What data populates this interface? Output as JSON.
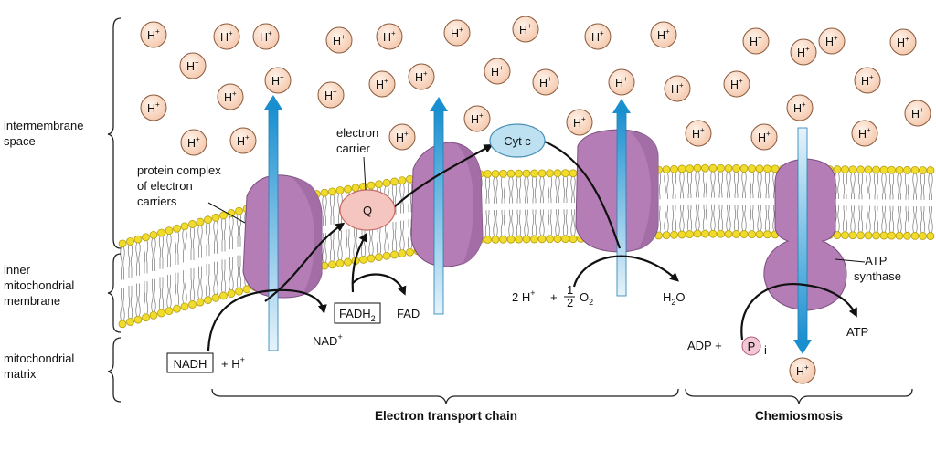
{
  "regions": {
    "intermembrane_space": [
      "intermembrane",
      "space"
    ],
    "inner_membrane": [
      "inner",
      "mitochondrial",
      "membrane"
    ],
    "matrix": [
      "mitochondrial",
      "matrix"
    ]
  },
  "labels": {
    "protein_complex": [
      "protein complex",
      "of electron",
      "carriers"
    ],
    "electron_carrier": [
      "electron",
      "carrier"
    ],
    "q": "Q",
    "cyt_c": "Cyt c",
    "nadh": "NADH",
    "plus_h": "+ H",
    "nad": "NAD",
    "fadh2": "FADH",
    "fadh2_sub": "2",
    "fad": "FAD",
    "oxygen_reaction": {
      "left": "2 H",
      "plus": "+",
      "num": "1",
      "den": "2",
      "o": "O",
      "o_sub": "2"
    },
    "water": {
      "h": "H",
      "h_sub": "2",
      "o": "O"
    },
    "atp_synthase": [
      "ATP",
      "synthase"
    ],
    "adp": "ADP +",
    "pi": "P",
    "pi_sub": "i",
    "atp": "ATP",
    "sup_plus": "+"
  },
  "sections": {
    "etc": "Electron transport chain",
    "chemiosmosis": "Chemiosmosis"
  },
  "h_ion": {
    "symbol": "H",
    "charge": "+"
  },
  "colors": {
    "h_ion_fill": "#f6d2bc",
    "protein": "#b97fb8",
    "protein_dark": "#8a5a8c",
    "head": "#f2dc2b",
    "arrow_blue": "#2b95cf",
    "q_fill": "#f5c5c0",
    "cytc_fill": "#bde1f0",
    "pi_fill": "#f3c8d6"
  }
}
